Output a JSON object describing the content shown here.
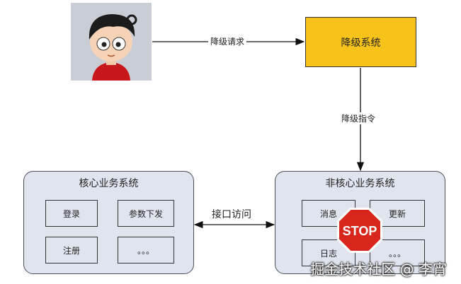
{
  "diagram": {
    "degrade_system": "降级系统",
    "edge_request": "降级请求",
    "edge_command": "降级指令",
    "edge_interface": "接口访问",
    "core_system": {
      "title": "核心业务系统",
      "modules": [
        "登录",
        "参数下发",
        "注册",
        "。。。"
      ]
    },
    "noncore_system": {
      "title": "非核心业务系统",
      "modules": [
        "消息",
        "更新",
        "日志",
        "。。。"
      ]
    },
    "stop_sign": "STOP",
    "watermark": "掘金技术社区 @ 李宵"
  },
  "colors": {
    "degrade_fill": "#f7c31a",
    "system_fill": "#dfe4ee",
    "stop_red": "#d9261c",
    "avatar_bg": "#c9ced6"
  },
  "icons": [
    "user-avatar-icon",
    "stop-sign-icon"
  ]
}
